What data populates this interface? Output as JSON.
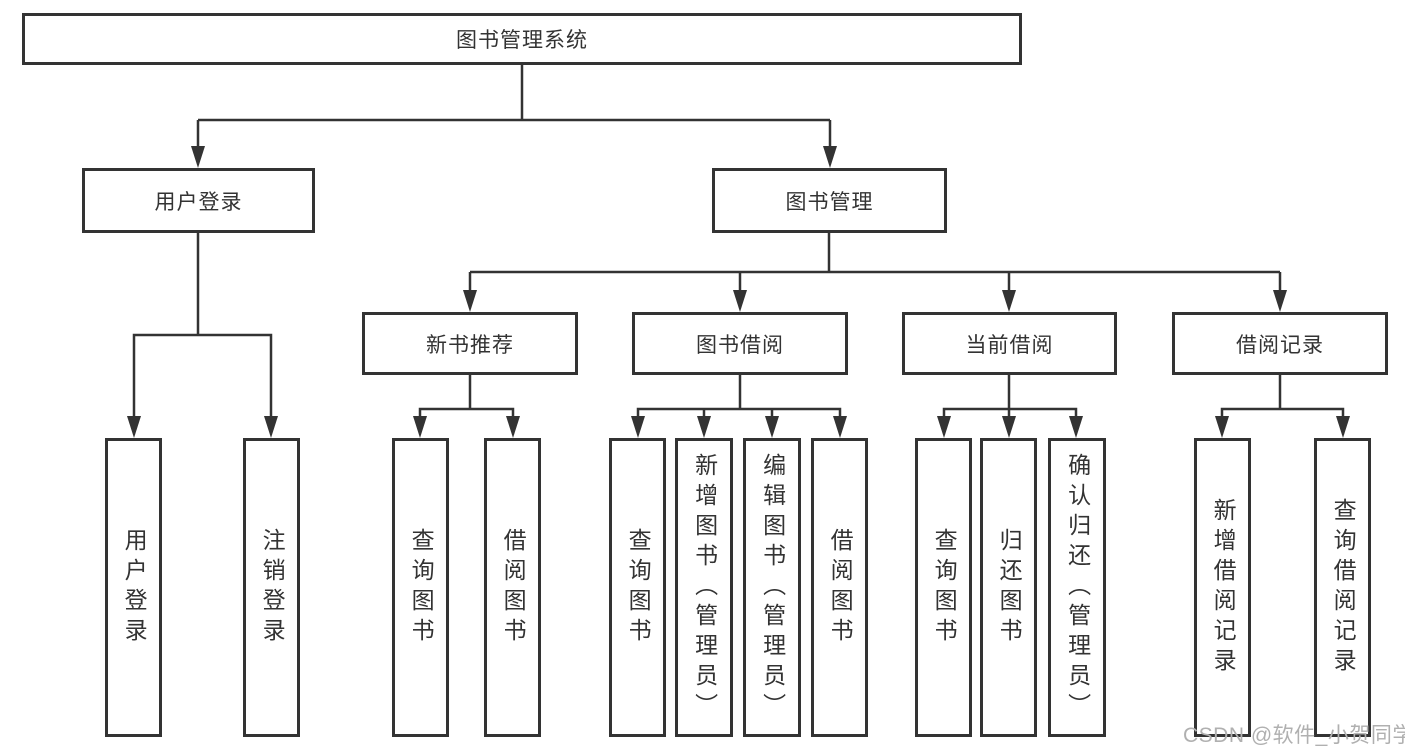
{
  "diagram": {
    "title": "图书管理系统",
    "branches": {
      "user": {
        "label": "用户登录",
        "children": [
          "用户登录",
          "注销登录"
        ]
      },
      "mgmt": {
        "label": "图书管理",
        "sections": {
          "recommend": {
            "label": "新书推荐",
            "children": [
              "查询图书",
              "借阅图书"
            ]
          },
          "borrow": {
            "label": "图书借阅",
            "children": [
              "查询图书",
              "新增图书（管理员）",
              "编辑图书（管理员）",
              "借阅图书"
            ]
          },
          "current": {
            "label": "当前借阅",
            "children": [
              "查询图书",
              "归还图书",
              "确认归还（管理员）"
            ]
          },
          "record": {
            "label": "借阅记录",
            "children": [
              "新增借阅记录",
              "查询借阅记录"
            ]
          }
        }
      }
    }
  },
  "watermark": {
    "text": "CSDN @软件_小贺同学",
    "color": "#b0b0b0"
  },
  "colors": {
    "line": "#333333",
    "background": "#ffffff",
    "text": "#333333"
  }
}
